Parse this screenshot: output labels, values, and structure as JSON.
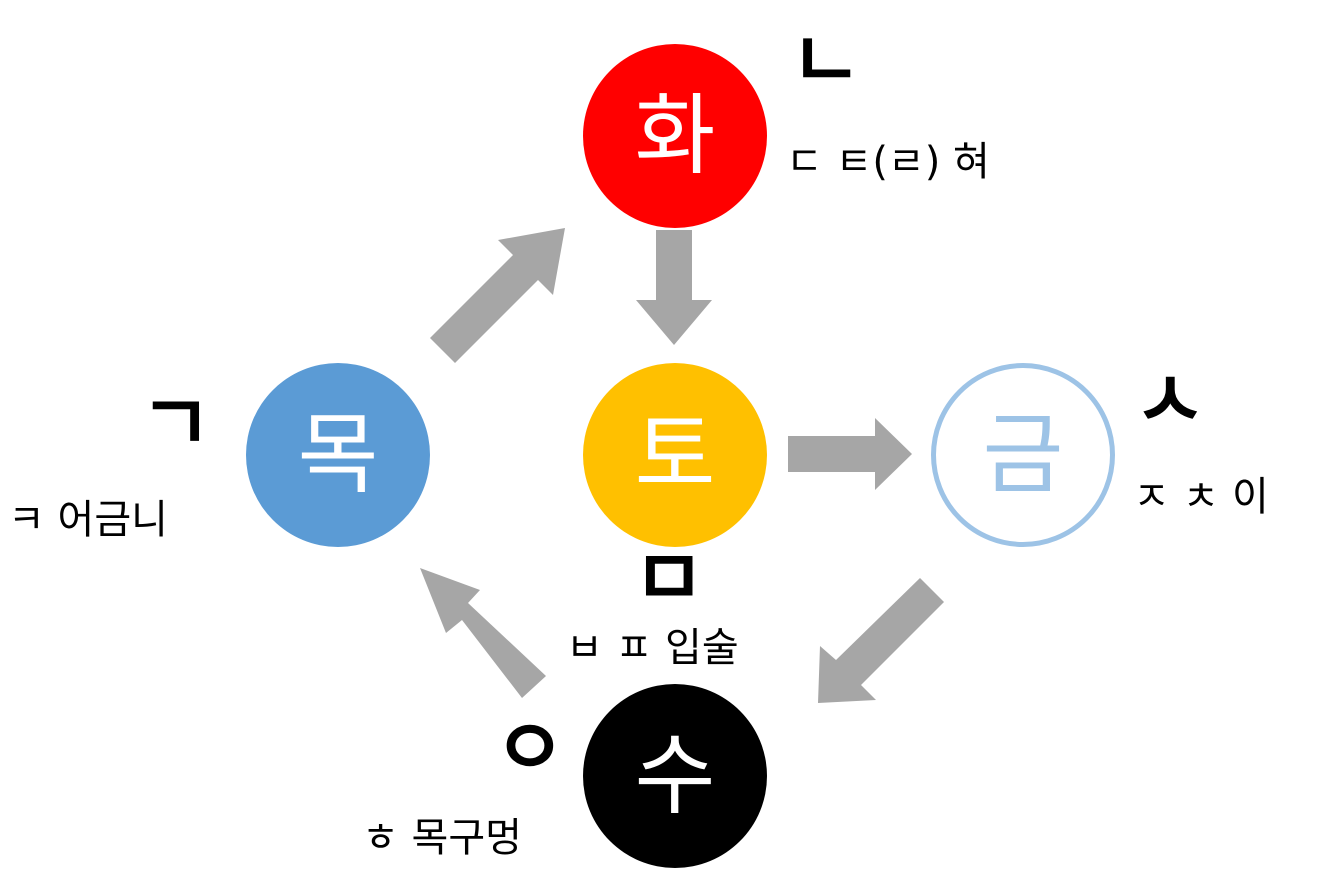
{
  "colors": {
    "fire": "#ff0000",
    "earth": "#ffc000",
    "wood": "#5b9bd5",
    "metal_outline": "#9dc3e6",
    "water": "#000000",
    "arrow": "#a6a6a6"
  },
  "elements": {
    "fire": {
      "label": "화",
      "consonant": "ㄴ",
      "description": "ㄷ ㅌ(ㄹ) 혀"
    },
    "earth": {
      "label": "토",
      "consonant": "ㅁ",
      "description": "ㅂ ㅍ 입술"
    },
    "wood": {
      "label": "목",
      "consonant": "ㄱ",
      "description": "ㅋ 어금니"
    },
    "metal": {
      "label": "금",
      "consonant": "ㅅ",
      "description": "ㅈ ㅊ 이"
    },
    "water": {
      "label": "수",
      "consonant": "ㅇ",
      "description": "ㅎ 목구멍"
    }
  },
  "arrows": [
    {
      "from": "wood",
      "to": "fire"
    },
    {
      "from": "fire",
      "to": "earth"
    },
    {
      "from": "earth",
      "to": "metal"
    },
    {
      "from": "metal",
      "to": "water"
    },
    {
      "from": "water",
      "to": "wood"
    }
  ]
}
